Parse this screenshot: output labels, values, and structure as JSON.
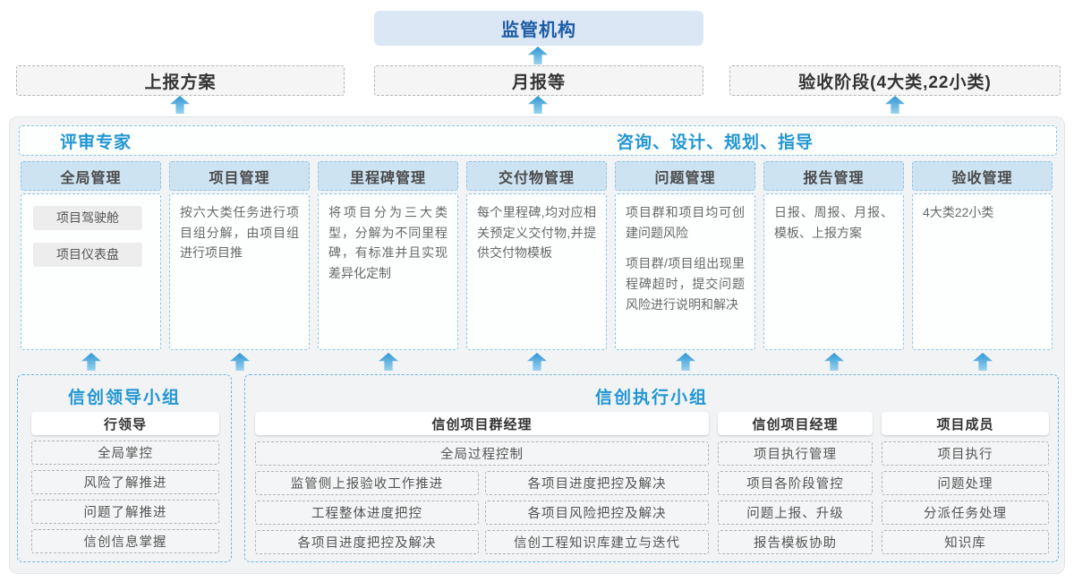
{
  "colors": {
    "accent_blue": "#2196d3",
    "regulator_text_blue": "#1c5ca6",
    "regulator_bg": "#dbe7f4",
    "column_header_bg": "#cde3f2",
    "arrow_blue": "#2f96d3",
    "container_bg": "#f2f3f5"
  },
  "top": {
    "regulator": "监管机构",
    "outputs": [
      "上报方案",
      "月报等",
      "验收阶段(4大类,22小类)"
    ]
  },
  "platform": {
    "left_role": "评审专家",
    "right_role": "咨询、设计、规划、指导",
    "columns": [
      {
        "title": "全局管理",
        "boxes": [
          "项目驾驶舱",
          "项目仪表盘"
        ]
      },
      {
        "title": "项目管理",
        "paragraphs": [
          "按六大类任务进行项目组分解，由项目组进行项目推"
        ]
      },
      {
        "title": "里程碑管理",
        "paragraphs": [
          "将项目分为三大类型，分解为不同里程碑，有标准并且实现差异化定制"
        ]
      },
      {
        "title": "交付物管理",
        "paragraphs": [
          "每个里程碑,均对应相关预定义交付物,并提供交付物模板"
        ]
      },
      {
        "title": "问题管理",
        "paragraphs": [
          "项目群和项目均可创建问题风险",
          "项目群/项目组出现里程碑超时，提交问题风险进行说明和解决"
        ]
      },
      {
        "title": "报告管理",
        "paragraphs": [
          "日报、周报、月报、模板、上报方案"
        ]
      },
      {
        "title": "验收管理",
        "paragraphs": [
          "4大类22小类"
        ]
      }
    ]
  },
  "groups": {
    "leader": {
      "title": "信创领导小组",
      "role": "行领导",
      "items": [
        "全局掌控",
        "风险了解推进",
        "问题了解推进",
        "信创信息掌握"
      ]
    },
    "executor": {
      "title": "信创执行小组",
      "program_manager": {
        "role": "信创项目群经理",
        "full_item": "全局过程控制",
        "left_items": [
          "监管侧上报验收工作推进",
          "工程整体进度把控",
          "各项目进度把控及解决"
        ],
        "right_items": [
          "各项目进度把控及解决",
          "各项目风险把控及解决",
          "信创工程知识库建立与迭代"
        ]
      },
      "project_manager": {
        "role": "信创项目经理",
        "items": [
          "项目执行管理",
          "项目各阶段管控",
          "问题上报、升级",
          "报告模板协助"
        ]
      },
      "member": {
        "role": "项目成员",
        "items": [
          "项目执行",
          "问题处理",
          "分派任务处理",
          "知识库"
        ]
      }
    }
  }
}
